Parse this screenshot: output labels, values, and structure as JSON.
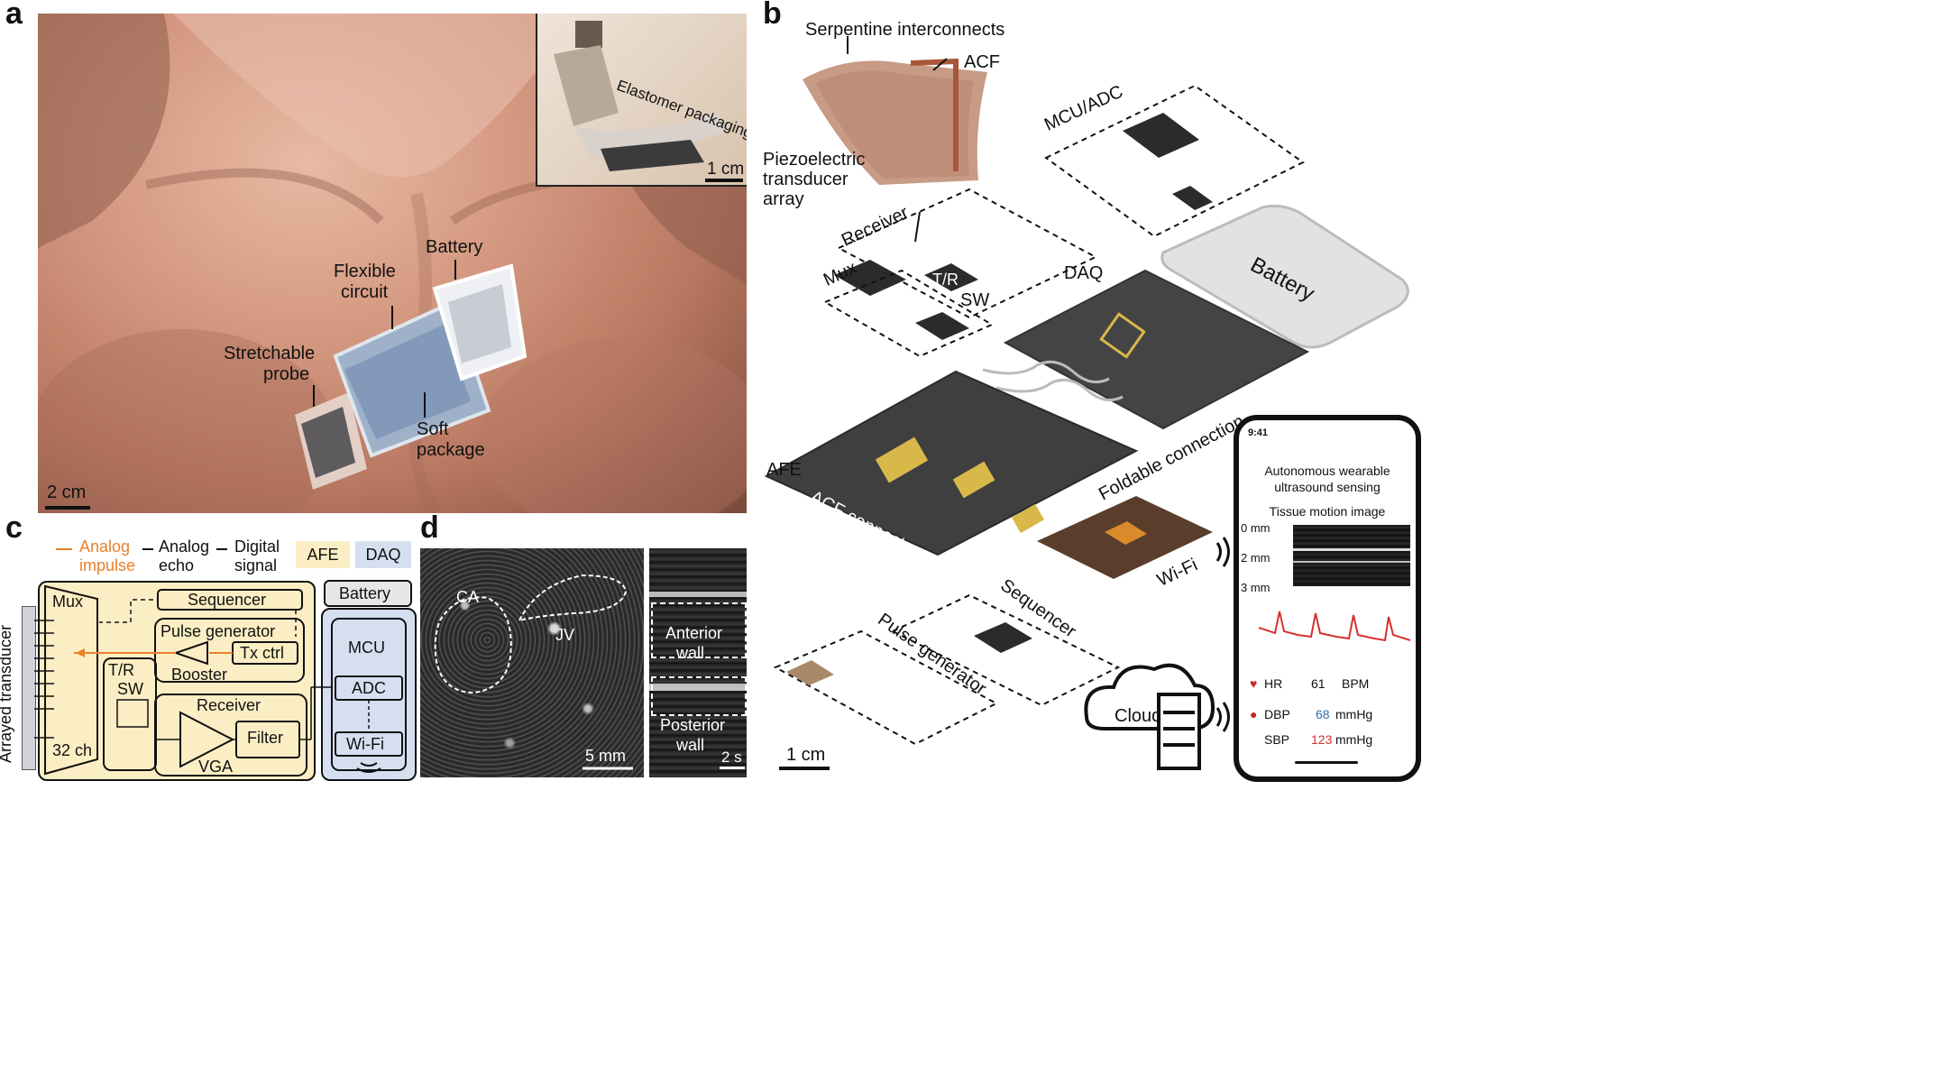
{
  "panel_a": {
    "letter": "a",
    "inset_label": "Elastomer packaging",
    "inset_scale": "1 cm",
    "labels": {
      "battery": "Battery",
      "flexible_circuit_1": "Flexible",
      "flexible_circuit_2": "circuit",
      "stretchable_probe_1": "Stretchable",
      "stretchable_probe_2": "probe",
      "soft_package_1": "Soft",
      "soft_package_2": "package"
    },
    "scale": "2 cm"
  },
  "panel_b": {
    "letter": "b",
    "serpentine": "Serpentine interconnects",
    "acf": "ACF",
    "piezo_1": "Piezoelectric",
    "piezo_2": "transducer",
    "piezo_3": "array",
    "mcu_adc": "MCU/ADC",
    "receiver": "Receiver",
    "mux": "Mux",
    "tr_1": "T/R",
    "tr_2": "SW",
    "daq": "DAQ",
    "battery": "Battery",
    "afe": "AFE",
    "acf_connector": "ACF connector",
    "foldable": "Foldable connection",
    "wifi": "Wi-Fi",
    "sequencer": "Sequencer",
    "pulse_generator": "Pulse generator",
    "cloud": "Cloud",
    "scale": "1 cm",
    "phone": {
      "time": "9:41",
      "title_1": "Autonomous wearable",
      "title_2": "ultrasound sensing",
      "image_title": "Tissue motion image",
      "depth_0": "0 mm",
      "depth_2": "2 mm",
      "depth_3": "3 mm",
      "hr_label": "HR",
      "hr_value": "61",
      "hr_unit": "BPM",
      "dbp_label": "DBP",
      "dbp_value": "68",
      "dbp_unit": "mmHg",
      "sbp_label": "SBP",
      "sbp_value": "123",
      "sbp_unit": "mmHg"
    }
  },
  "panel_c": {
    "letter": "c",
    "legend": {
      "analog_impulse_1": "Analog",
      "analog_impulse_2": "impulse",
      "analog_echo_1": "Analog",
      "analog_echo_2": "echo",
      "digital_1": "Digital",
      "digital_2": "signal",
      "afe": "AFE",
      "daq": "DAQ"
    },
    "arrayed_transducer": "Arrayed transducer",
    "mux": "Mux",
    "ch": "32 ch",
    "sequencer": "Sequencer",
    "pulse_generator": "Pulse generator",
    "tx_ctrl": "Tx ctrl",
    "booster": "Booster",
    "tr_1": "T/R",
    "tr_2": "SW",
    "receiver": "Receiver",
    "vga": "VGA",
    "filter": "Filter",
    "battery": "Battery",
    "mcu": "MCU",
    "adc": "ADC",
    "wifi": "Wi-Fi",
    "colors": {
      "analog_impulse": "#e8822a",
      "afe_fill": "#fbeec4",
      "daq_fill": "#d5dff0"
    }
  },
  "panel_d": {
    "letter": "d",
    "ca": "CA",
    "jv": "JV",
    "scale": "5 mm",
    "anterior_1": "Anterior",
    "anterior_2": "wall",
    "posterior_1": "Posterior",
    "posterior_2": "wall",
    "time_scale": "2 s"
  }
}
